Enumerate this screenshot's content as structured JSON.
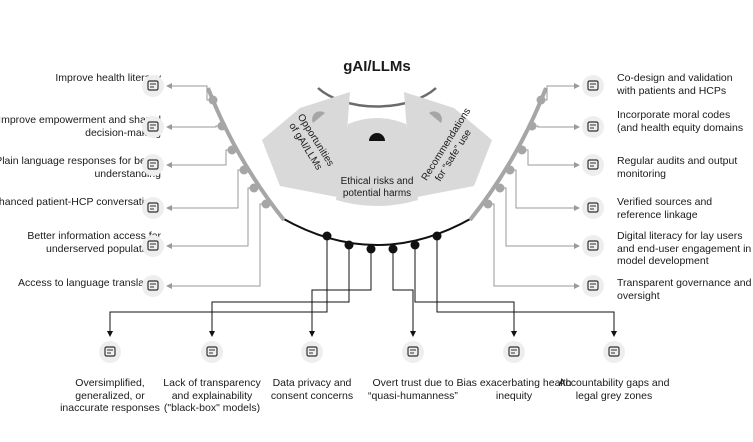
{
  "center": {
    "title": "gAI/LLMs"
  },
  "tabs": {
    "opportunities": "Opportunities of gAI/LLMs",
    "ethical": "Ethical risks and potential harms",
    "recommendations": "Recommendations for “safe” use"
  },
  "opportunities": [
    {
      "label": "Improve health literacy",
      "icon": "book-head-icon"
    },
    {
      "label": "Improve empowerment and shared decision-making",
      "icon": "head-gear-icon"
    },
    {
      "label": "Plain language responses for better understanding",
      "icon": "chat-bubble-icon"
    },
    {
      "label": "Enhanced patient-HCP conversations",
      "icon": "conversation-icon"
    },
    {
      "label": "Better information access for underserved populations",
      "icon": "people-group-icon"
    },
    {
      "label": "Access to language translation",
      "icon": "translation-icon"
    }
  ],
  "recommendations": [
    {
      "label": "Co-design and validation with patients and HCPs",
      "icon": "co-design-icon"
    },
    {
      "label": "Incorporate moral codes (and health equity domains",
      "icon": "code-screen-icon"
    },
    {
      "label": "Regular audits and output monitoring",
      "icon": "audit-monitor-icon"
    },
    {
      "label": "Verified sources and reference linkage",
      "icon": "verified-link-icon"
    },
    {
      "label": "Digital literacy for lay users and end-user engagement in model development",
      "icon": "digital-literacy-icon"
    },
    {
      "label": "Transparent governance and oversight",
      "icon": "governance-icon"
    }
  ],
  "risks": [
    {
      "label": "Oversimplified, generalized, or inaccurate responses",
      "icon": "chat-warning-icon"
    },
    {
      "label": "Lack of transparency and explainability (\"black-box\" models)",
      "icon": "black-box-icon"
    },
    {
      "label": "Data privacy and consent concerns",
      "icon": "database-lock-icon"
    },
    {
      "label": "Overt trust due to “quasi-humanness”",
      "icon": "trust-icon"
    },
    {
      "label": "Bias exacerbating health inequity",
      "icon": "scales-icon"
    },
    {
      "label": "Accountability gaps and legal grey zones",
      "icon": "legal-document-icon"
    }
  ],
  "colors": {
    "line": "#9a9a9a",
    "dark": "#111111",
    "tab": "#d9d9d9",
    "node": "#a6a6a6"
  }
}
